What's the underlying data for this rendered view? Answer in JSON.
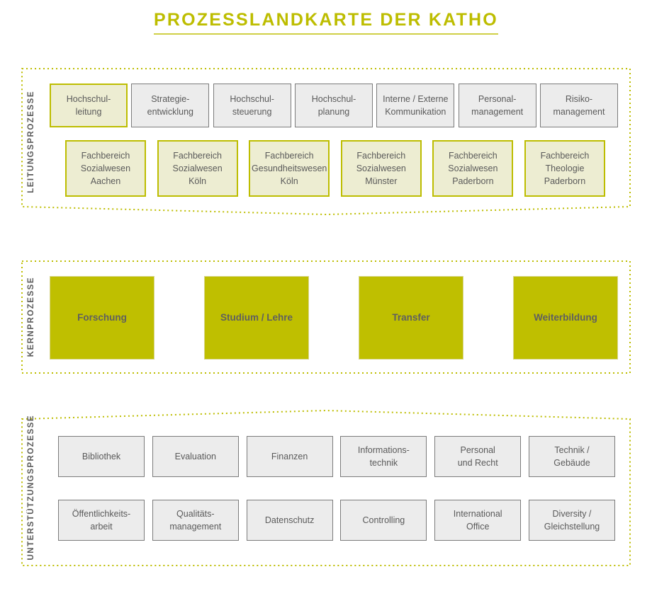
{
  "header": {
    "title": "PROZESSLANDKARTE DER KATHO"
  },
  "colors": {
    "olive": "#bfbf00",
    "olive_title": "#bdbd00",
    "pale_yellow": "#ededd2",
    "gray_fill": "#ececec",
    "gray_border": "#7b7b7b",
    "text_gray": "#5a5a5a"
  },
  "sections": [
    {
      "id": "leitung",
      "label": "LEITUNGSPROZESSE",
      "rows": [
        {
          "style": "mixed",
          "boxes": [
            {
              "lines": [
                "Hochschul-",
                "leitung"
              ],
              "style": "pale"
            },
            {
              "lines": [
                "Strategie-",
                "entwicklung"
              ],
              "style": "gray"
            },
            {
              "lines": [
                "Hochschul-",
                "steuerung"
              ],
              "style": "gray"
            },
            {
              "lines": [
                "Hochschul-",
                "planung"
              ],
              "style": "gray"
            },
            {
              "lines": [
                "Interne / Externe",
                "Kommunikation"
              ],
              "style": "gray"
            },
            {
              "lines": [
                "Personal-",
                "management"
              ],
              "style": "gray"
            },
            {
              "lines": [
                "Risiko-",
                "management"
              ],
              "style": "gray"
            }
          ]
        },
        {
          "style": "pale",
          "boxes": [
            {
              "lines": [
                "Fachbereich",
                "Sozialwesen",
                "Aachen"
              ],
              "style": "pale"
            },
            {
              "lines": [
                "Fachbereich",
                "Sozialwesen",
                "Köln"
              ],
              "style": "pale"
            },
            {
              "lines": [
                "Fachbereich",
                "Gesundheitswesen",
                "Köln"
              ],
              "style": "pale"
            },
            {
              "lines": [
                "Fachbereich",
                "Sozialwesen",
                "Münster"
              ],
              "style": "pale"
            },
            {
              "lines": [
                "Fachbereich",
                "Sozialwesen",
                "Paderborn"
              ],
              "style": "pale"
            },
            {
              "lines": [
                "Fachbereich",
                "Theologie",
                "Paderborn"
              ],
              "style": "pale"
            }
          ]
        }
      ]
    },
    {
      "id": "kern",
      "label": "KERNPROZESSE",
      "rows": [
        {
          "style": "olive",
          "boxes": [
            {
              "lines": [
                "Forschung"
              ],
              "style": "olive"
            },
            {
              "lines": [
                "Studium / Lehre"
              ],
              "style": "olive"
            },
            {
              "lines": [
                "Transfer"
              ],
              "style": "olive"
            },
            {
              "lines": [
                "Weiterbildung"
              ],
              "style": "olive"
            }
          ]
        }
      ]
    },
    {
      "id": "unter",
      "label": "UNTERSTÜTZUNGSPROZESSE",
      "rows": [
        {
          "style": "gray",
          "boxes": [
            {
              "lines": [
                "Bibliothek"
              ],
              "style": "gray"
            },
            {
              "lines": [
                "Evaluation"
              ],
              "style": "gray"
            },
            {
              "lines": [
                "Finanzen"
              ],
              "style": "gray"
            },
            {
              "lines": [
                "Informations-",
                "technik"
              ],
              "style": "gray"
            },
            {
              "lines": [
                "Personal",
                "und Recht"
              ],
              "style": "gray"
            },
            {
              "lines": [
                "Technik /",
                "Gebäude"
              ],
              "style": "gray"
            }
          ]
        },
        {
          "style": "gray",
          "boxes": [
            {
              "lines": [
                "Öffentlichkeits-",
                "arbeit"
              ],
              "style": "gray"
            },
            {
              "lines": [
                "Qualitäts-",
                "management"
              ],
              "style": "gray"
            },
            {
              "lines": [
                "Datenschutz"
              ],
              "style": "gray"
            },
            {
              "lines": [
                "Controlling"
              ],
              "style": "gray"
            },
            {
              "lines": [
                "International",
                "Office"
              ],
              "style": "gray"
            },
            {
              "lines": [
                "Diversity /",
                "Gleichstellung"
              ],
              "style": "gray"
            }
          ]
        }
      ]
    }
  ]
}
